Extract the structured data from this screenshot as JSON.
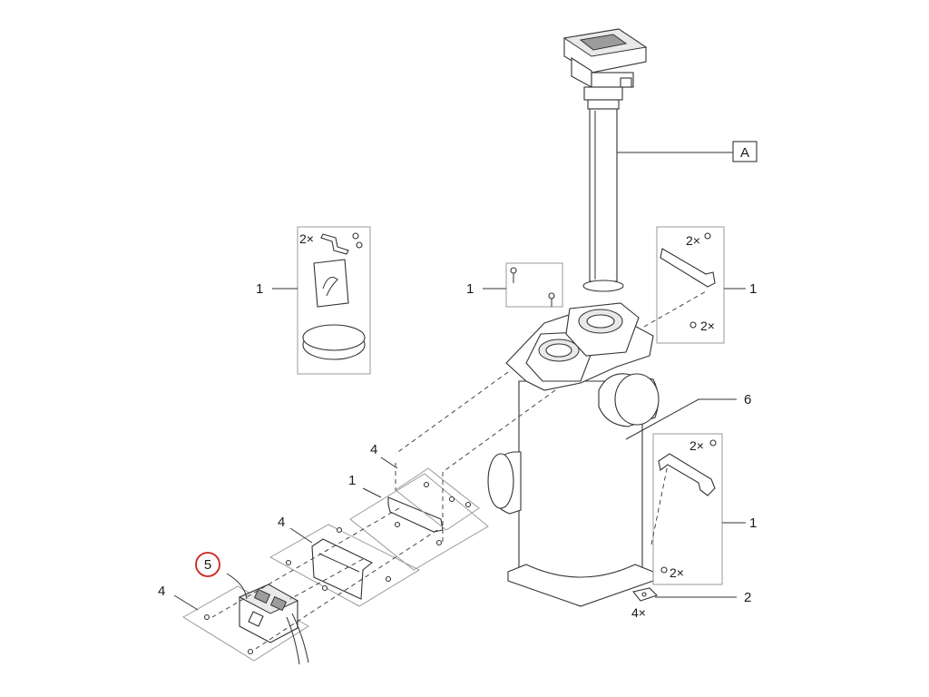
{
  "callouts": {
    "A": "A",
    "c6": "6",
    "c1_left": "1",
    "c1_mid": "1",
    "c1_right_top": "1",
    "c1_right_bottom": "1",
    "c1_lower": "1",
    "c2": "2",
    "c4_top": "4",
    "c4_mid": "4",
    "c4_left": "4",
    "c5": "5"
  },
  "quantities": {
    "left_kit_bracket": "2×",
    "right_top_screw": "2×",
    "right_top_nut": "2×",
    "right_bottom_screw": "2×",
    "right_bottom_nut": "2×",
    "foot": "4×"
  },
  "colors": {
    "line": "#333333",
    "kit_box": "#9a9a9a",
    "highlight_circle": "#cc2222"
  }
}
